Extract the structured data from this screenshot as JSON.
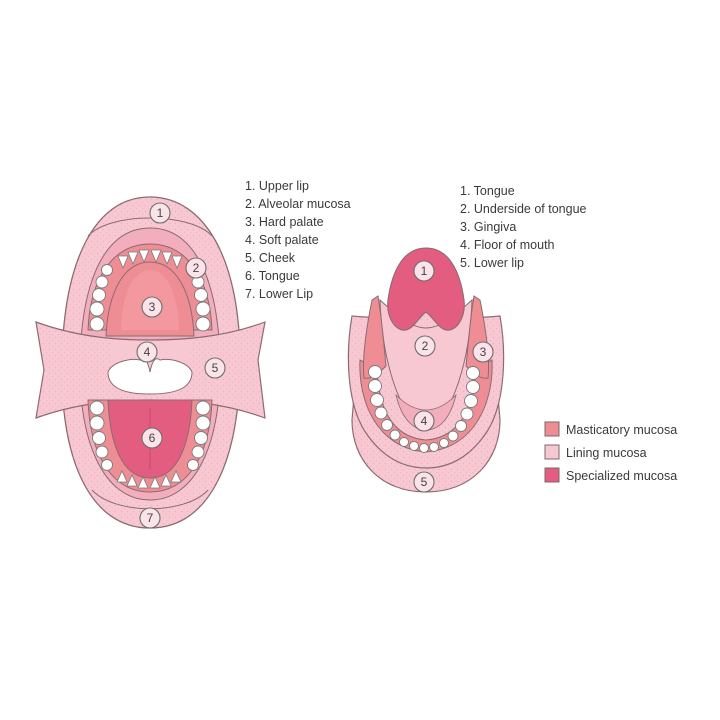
{
  "upper_list": [
    "1. Upper lip",
    "2. Alveolar mucosa",
    "3. Hard palate",
    "4. Soft palate",
    "5. Cheek",
    "6. Tongue",
    "7. Lower Lip"
  ],
  "lower_list": [
    "1. Tongue",
    "2. Underside of tongue",
    "3. Gingiva",
    "4. Floor of mouth",
    "5. Lower lip"
  ],
  "left_markers": [
    "1",
    "2",
    "3",
    "4",
    "5",
    "6",
    "7"
  ],
  "right_markers": [
    "1",
    "2",
    "3",
    "4",
    "5"
  ],
  "legend": [
    {
      "label": "Masticatory mucosa",
      "color": "#ee8e94"
    },
    {
      "label": "Lining mucosa",
      "color": "#f8c8d2"
    },
    {
      "label": "Specialized mucosa",
      "color": "#e35d80"
    }
  ],
  "colors": {
    "lining": "#f8c8d2",
    "lining_dark": "#f2aebd",
    "masticatory": "#ee8e94",
    "specialized": "#e35d80",
    "outline": "#8a6b72"
  }
}
